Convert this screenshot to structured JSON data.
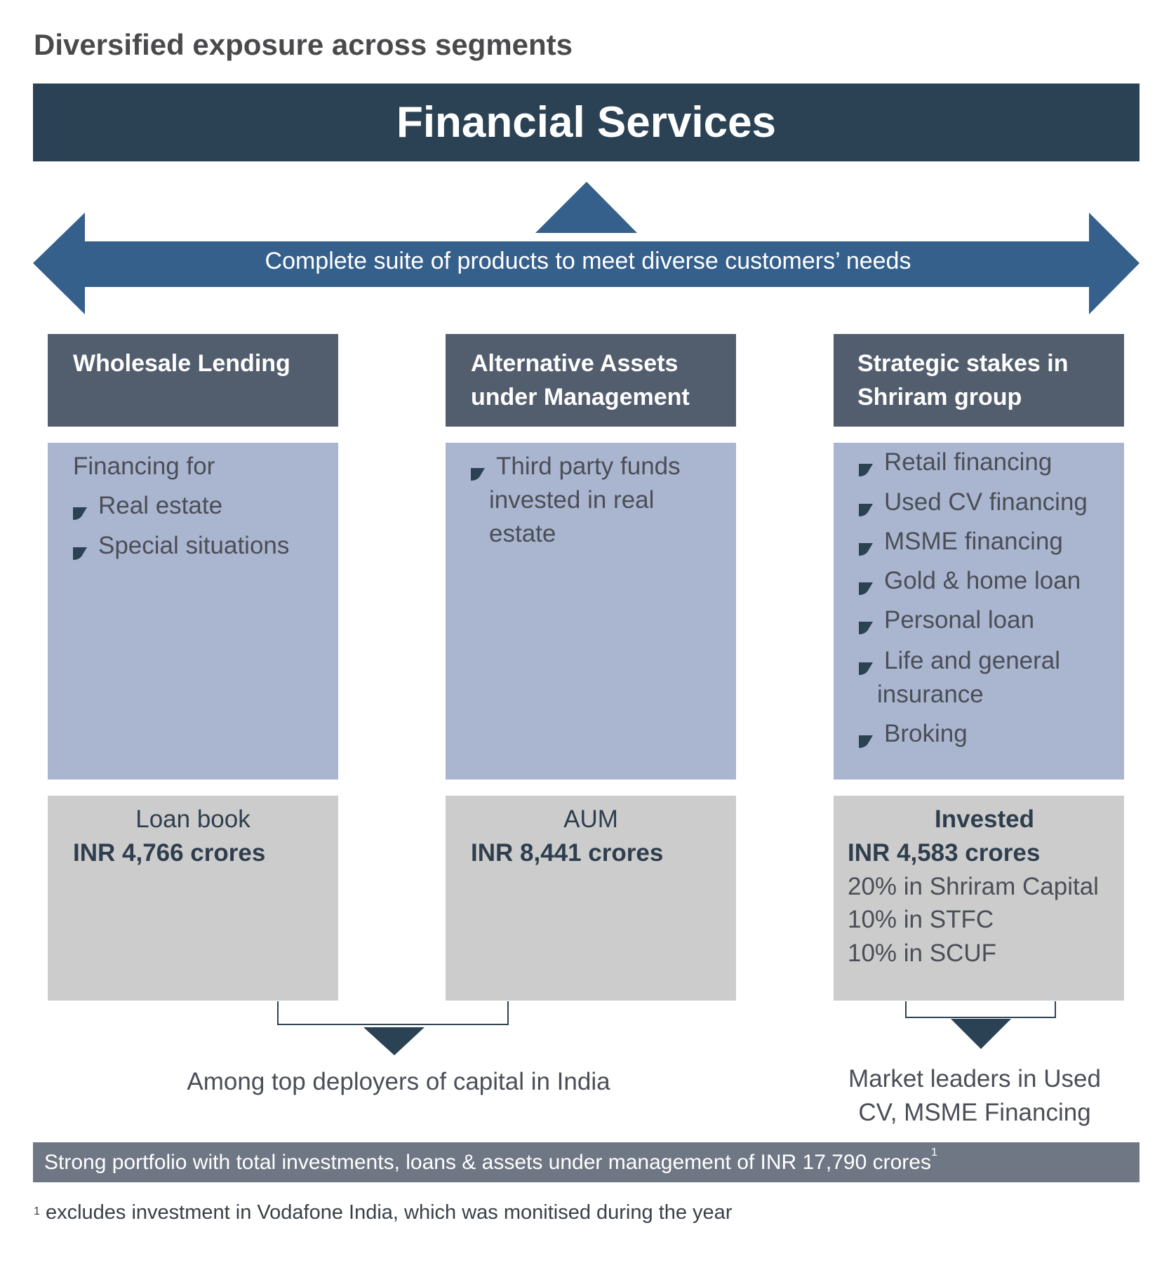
{
  "title": "Diversified exposure across segments",
  "banner": "Financial Services",
  "arrow_text": "Complete suite of products to meet diverse customers’ needs",
  "columns": [
    {
      "header": [
        "Wholesale Lending"
      ],
      "intro": "Financing for",
      "items": [
        "Real estate",
        "Special situations"
      ],
      "metric_label": "Loan book",
      "metric_value": "INR 4,766 crores"
    },
    {
      "header": [
        "Alternative Assets",
        "under Management"
      ],
      "items": [
        "Third party funds",
        "invested in real",
        "estate"
      ],
      "metric_label": "AUM",
      "metric_value": "INR 8,441 crores"
    },
    {
      "header": [
        "Strategic stakes in",
        "Shriram group"
      ],
      "items": [
        "Retail financing",
        "Used CV financing",
        "MSME financing",
        "Gold & home loan",
        "Personal loan",
        "Life and general",
        "insurance",
        "Broking"
      ],
      "metric_label": "Invested",
      "metric_value": "INR 4,583 crores",
      "stakes": [
        "20% in Shriram Capital",
        "10% in STFC",
        "10% in SCUF"
      ]
    }
  ],
  "outcomes": {
    "left": "Among top deployers of capital in India",
    "right": [
      "Market leaders in Used",
      "CV, MSME Financing"
    ]
  },
  "bottom_bar": {
    "text": "Strong portfolio with total investments, loans & assets under management of INR 17,790 crores",
    "sup": "1"
  },
  "footnote": {
    "marker": "1",
    "text": " excludes investment in Vodafone India, which was monitised during the year"
  },
  "colors": {
    "banner": "#2b4254",
    "arrow": "#35608c",
    "header": "#525e6e",
    "body_box": "#aab6d0",
    "metric_box": "#cccccc",
    "bottom_bar": "#6f7785"
  }
}
